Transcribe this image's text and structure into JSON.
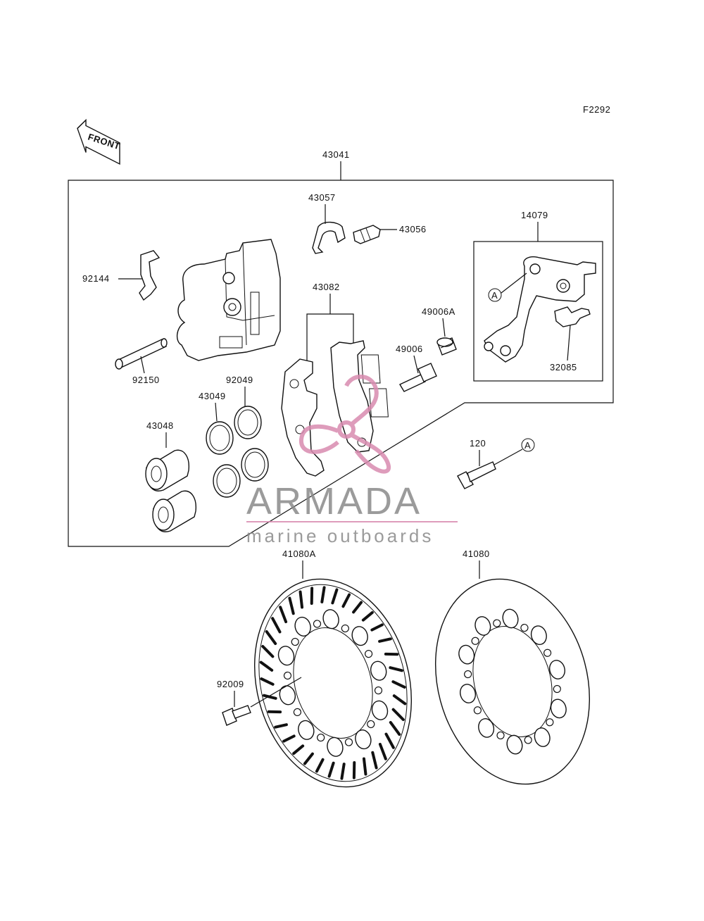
{
  "figure_code": "F2292",
  "front_label": "FRONT",
  "callouts": {
    "p43041": "43041",
    "p43057": "43057",
    "p43056": "43056",
    "p14079": "14079",
    "p92144": "92144",
    "p43082": "43082",
    "p49006A": "49006A",
    "p49006": "49006",
    "p92150": "92150",
    "p92049": "92049",
    "p43049": "43049",
    "p43048": "43048",
    "p32085": "32085",
    "p120": "120",
    "p41080A": "41080A",
    "p41080": "41080",
    "p92009": "92009"
  },
  "ref_marks": {
    "a1": "A",
    "a2": "A"
  },
  "watermark": {
    "brand": "ARMADA",
    "tagline": "marine outboards",
    "brand_color": "#8a8a8a",
    "accent_color": "#d98bb0"
  }
}
